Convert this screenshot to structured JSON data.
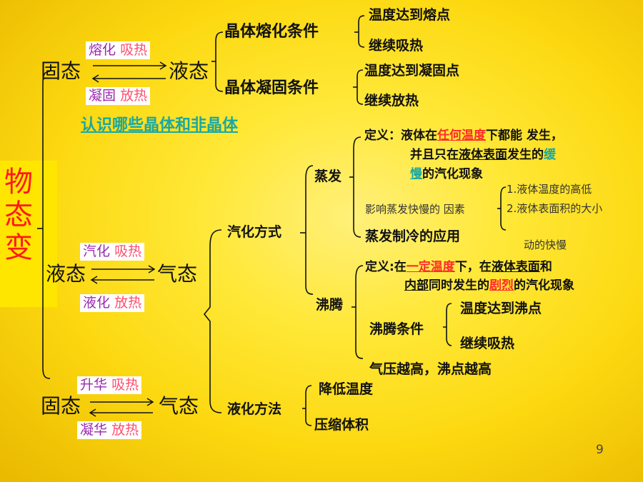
{
  "title_chars": [
    "物",
    "态",
    "变"
  ],
  "states": {
    "solid_top": "固态",
    "liquid_top": "液态",
    "liquid_mid": "液态",
    "gas_mid": "气态",
    "solid_bot": "固态",
    "gas_bot": "气态"
  },
  "processes": {
    "melting": "熔化",
    "melting_heat": "吸热",
    "solidifying": "凝固",
    "solidifying_heat": "放热",
    "vaporizing": "汽化",
    "vaporizing_heat": "吸热",
    "liquefying": "液化",
    "liquefying_heat": "放热",
    "sublimation": "升华",
    "sublimation_heat": "吸热",
    "desublimation": "凝华",
    "desublimation_heat": "放热"
  },
  "melting_conditions": {
    "label": "晶体熔化条件",
    "items": [
      "温度达到熔点",
      "继续吸热"
    ]
  },
  "solidifying_conditions": {
    "label": "晶体凝固条件",
    "items": [
      "温度达到凝固点",
      "继续放热"
    ]
  },
  "crystal_link": "认识哪些晶体和非晶体",
  "vaporization": {
    "label": "汽化方式",
    "evaporation": {
      "label": "蒸发",
      "def_prefix": "定义：液体在",
      "def_highlight1": "任何温度",
      "def_mid1": "下都能 发生，",
      "def_line2_prefix": "并且只在",
      "def_line2_uline": "液体表面",
      "def_line2_mid": "发生的",
      "def_highlight2a": "缓",
      "def_highlight2b": "慢",
      "def_line3_rest": "的汽化现象",
      "factors_label": "影响蒸发快慢的 因素",
      "factors": [
        "1.液体温度的高低",
        "2.液体表面积的大小",
        "动的快慢"
      ],
      "cooling": "蒸发制冷的应用"
    },
    "boiling": {
      "label": "沸腾",
      "def_prefix": "定义:在",
      "def_highlight1": "一定温度",
      "def_mid1": "下，在",
      "def_uline1": "液体表面",
      "def_end1": "和",
      "def_line2_uline": "内部",
      "def_line2_mid": "同时发生的",
      "def_highlight2": "剧烈",
      "def_line2_end": "的汽化现象",
      "conditions_label": "沸腾条件",
      "conditions": [
        "温度达到沸点",
        "继续吸热"
      ],
      "pressure": "气压越高，沸点越高"
    }
  },
  "liquefaction": {
    "label": "液化方法",
    "items": [
      "降低温度",
      "压缩体积"
    ]
  },
  "page_number": "9",
  "colors": {
    "background": "#fcd810",
    "title_red": "#ff1a1a",
    "process_purple": "#9b27b0",
    "heat_pink": "#ff4f6e",
    "link_teal": "#1aa8a2",
    "highlight_red": "#ff2a2a"
  }
}
